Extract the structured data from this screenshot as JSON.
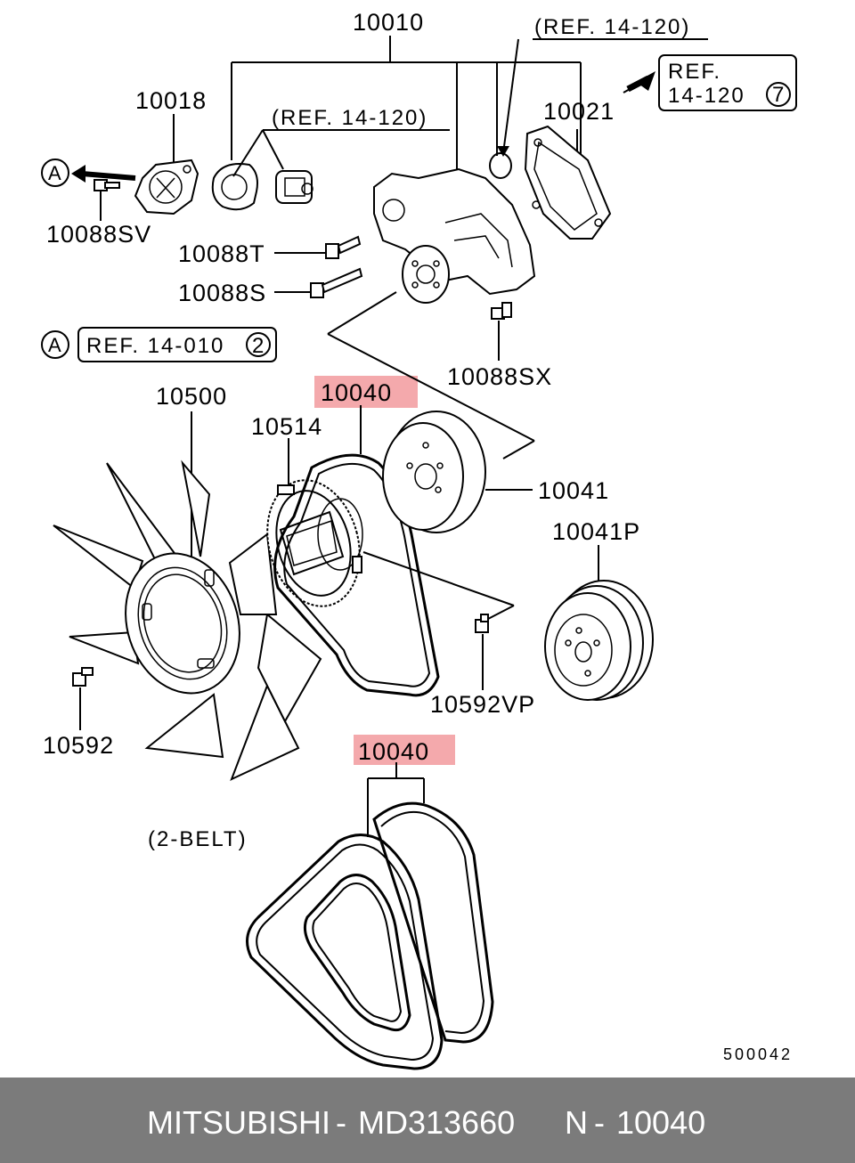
{
  "diagram": {
    "ref_top_center": "(REF. 14-120)",
    "ref_box_right": {
      "line1": "REF.",
      "line2": "14-120",
      "circled": "7"
    },
    "ref_top_left": "(REF. 14-120)",
    "ref_box_left": {
      "text": "REF. 14-010",
      "circled": "2"
    },
    "circle_a_top": "A",
    "circle_a_mid": "A",
    "belt_note": "(2-BELT)",
    "drawing_id": "500042",
    "colors": {
      "highlight": "#f4a9ac",
      "footer": "#7b7b7b"
    },
    "labels": {
      "p10010": "10010",
      "p10018": "10018",
      "p10021": "10021",
      "p10088sv": "10088SV",
      "p10088t": "10088T",
      "p10088s": "10088S",
      "p10088sx": "10088SX",
      "p10500": "10500",
      "p10040_a": "10040",
      "p10514": "10514",
      "p10041": "10041",
      "p10041p": "10041P",
      "p10592vp": "10592VP",
      "p10592": "10592",
      "p10040_b": "10040"
    }
  },
  "footer": {
    "brand": "MITSUBISHI",
    "sep1": "-",
    "part_number": "MD313660",
    "position_prefix": "N",
    "sep2": "-",
    "position_number": "10040"
  }
}
